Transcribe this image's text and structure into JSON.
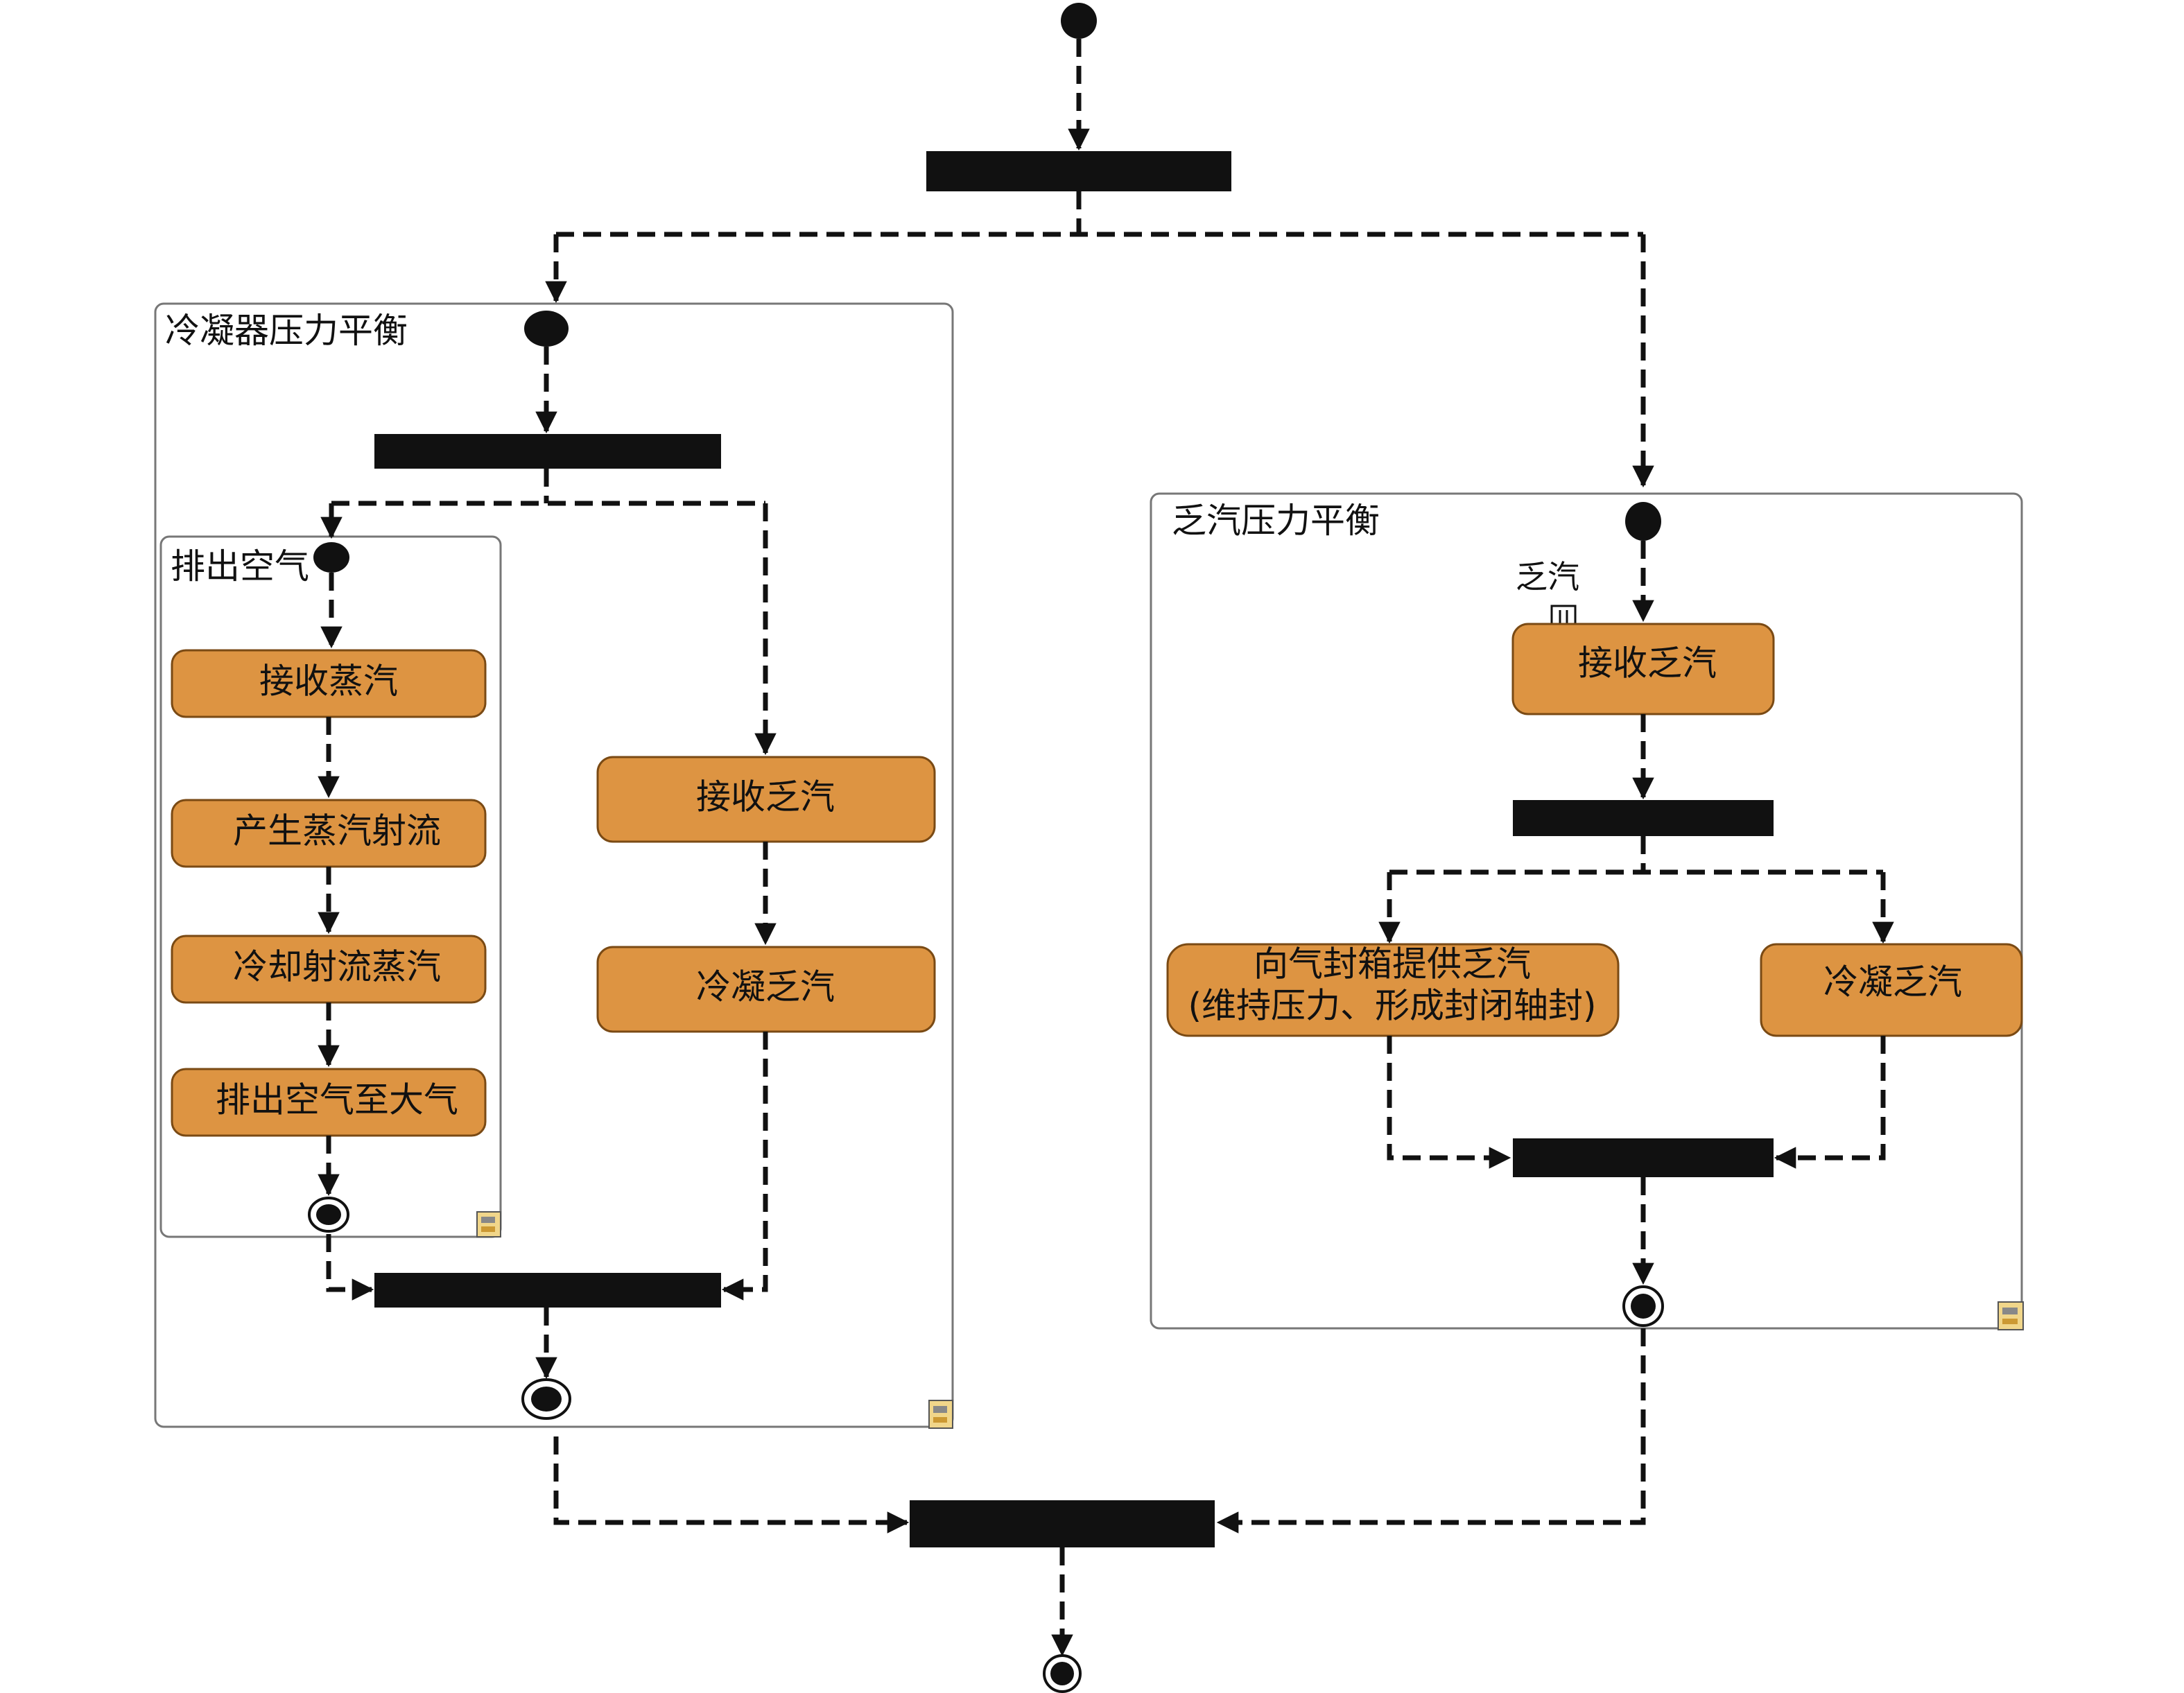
{
  "groups": {
    "condenser": {
      "title": "冷凝器压力平衡"
    },
    "exhaust_air": {
      "title": "排出空气"
    },
    "exhaust_steam": {
      "title": "乏汽压力平衡",
      "pin_label": "乏汽"
    }
  },
  "activities": {
    "receive_steam": "接收蒸汽",
    "produce_jet": "产生蒸汽射流",
    "cool_jet": "冷却射流蒸汽",
    "vent_air": "排出空气至大气",
    "cond_receive_exhaust": "接收乏汽",
    "cond_condense_exhaust": "冷凝乏汽",
    "right_receive_exhaust": "接收乏汽",
    "supply_seal_line1": "向气封箱提供乏汽",
    "supply_seal_line2": "(维持压力、形成封闭轴封)",
    "right_condense_exhaust": "冷凝乏汽"
  },
  "colors": {
    "activity_fill": "#dd9442",
    "activity_border": "#7a4a14",
    "line": "#111111",
    "group_border": "#777777"
  }
}
